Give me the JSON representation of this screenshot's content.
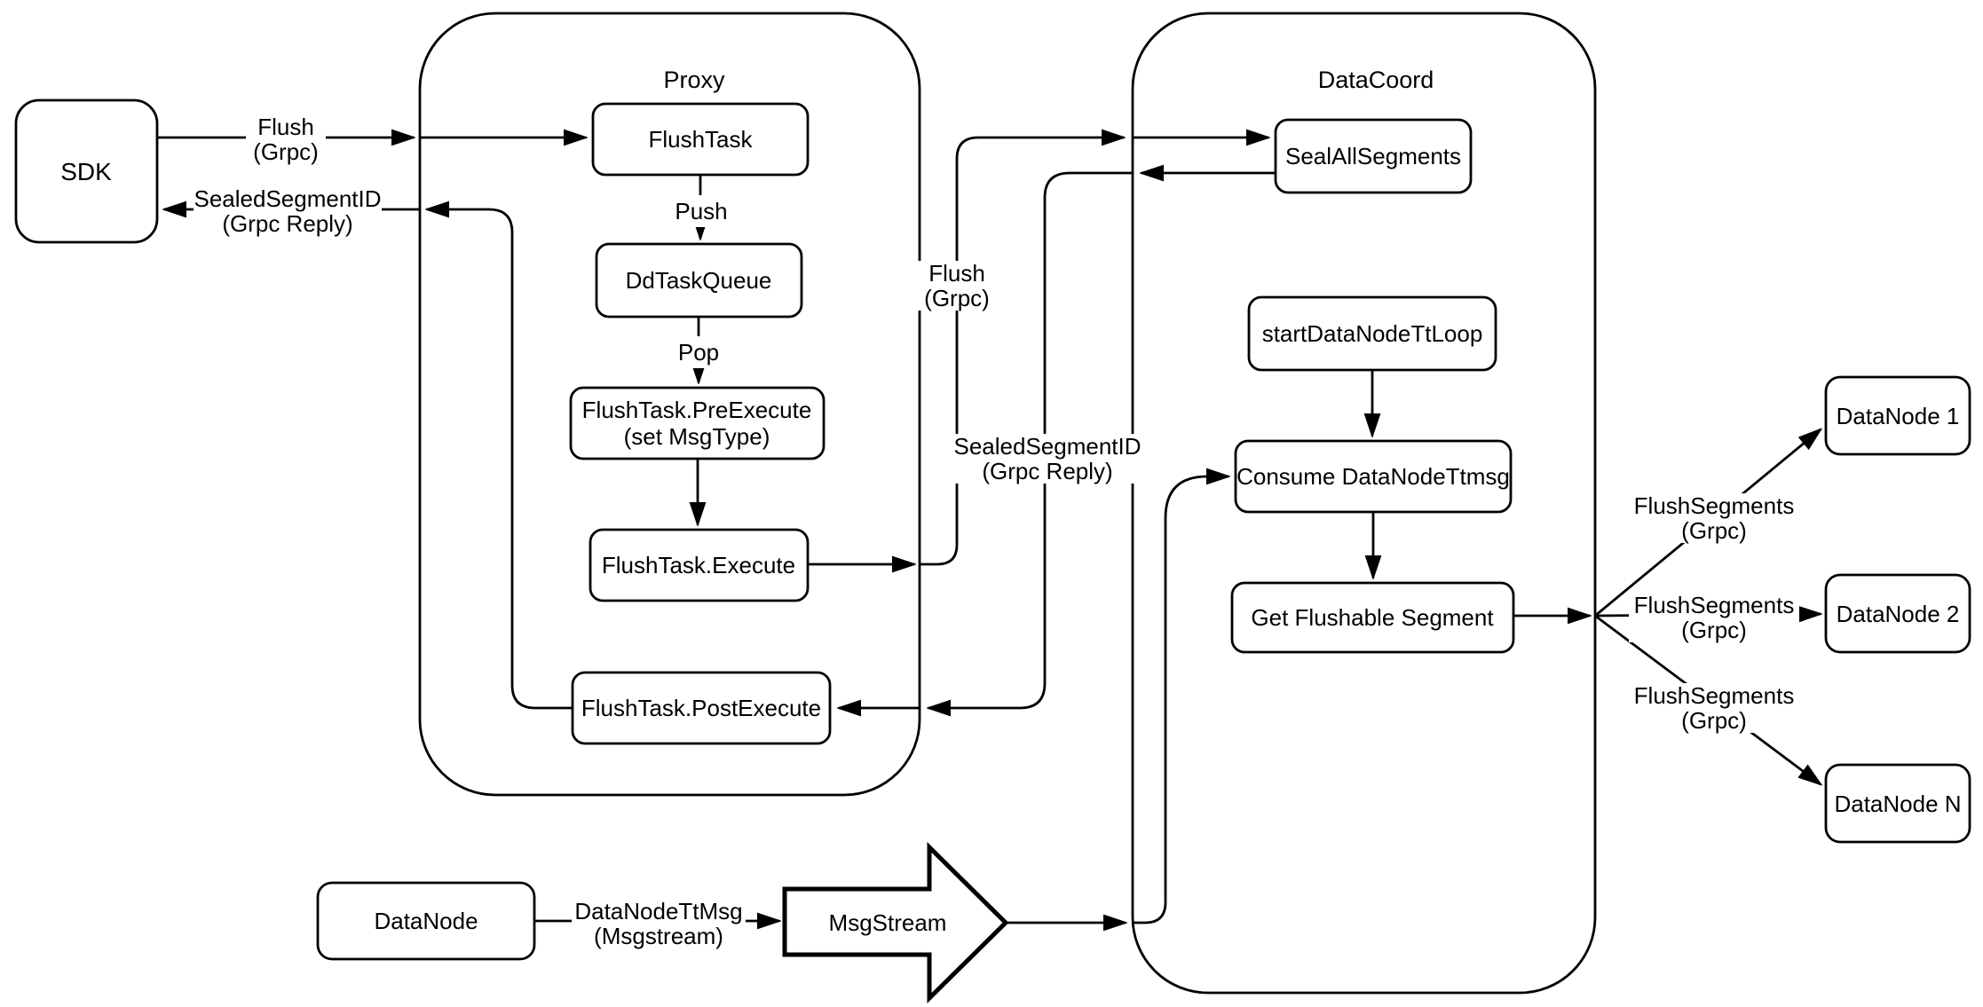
{
  "diagram": {
    "colors": {
      "stroke": "#000000",
      "background": "#ffffff"
    },
    "containers": {
      "proxy": {
        "label": "Proxy"
      },
      "datacoord": {
        "label": "DataCoord"
      }
    },
    "nodes": {
      "sdk": {
        "label": "SDK"
      },
      "flush_task": {
        "label": "FlushTask"
      },
      "dd_task_queue": {
        "label": "DdTaskQueue"
      },
      "pre_execute": {
        "line1": "FlushTask.PreExecute",
        "line2": "(set MsgType)"
      },
      "execute": {
        "label": "FlushTask.Execute"
      },
      "post_execute": {
        "label": "FlushTask.PostExecute"
      },
      "seal_all_segments": {
        "label": "SealAllSegments"
      },
      "start_datanode_tt_loop": {
        "label": "startDataNodeTtLoop"
      },
      "consume_datanode_ttmsg": {
        "label": "Consume DataNodeTtmsg"
      },
      "get_flushable_segment": {
        "label": "Get Flushable Segment"
      },
      "datanode_1": {
        "label": "DataNode 1"
      },
      "datanode_2": {
        "label": "DataNode 2"
      },
      "datanode_n": {
        "label": "DataNode N"
      },
      "datanode_bottom": {
        "label": "DataNode"
      },
      "msgstream": {
        "label": "MsgStream"
      }
    },
    "edge_labels": {
      "flush_sdk": {
        "line1": "Flush",
        "line2": "(Grpc)"
      },
      "sealed_sdk": {
        "line1": "SealedSegmentID",
        "line2": "(Grpc Reply)"
      },
      "push": {
        "label": "Push"
      },
      "pop": {
        "label": "Pop"
      },
      "flush_mid": {
        "line1": "Flush",
        "line2": "(Grpc)"
      },
      "sealed_mid": {
        "line1": "SealedSegmentID",
        "line2": "(Grpc Reply)"
      },
      "datanode_ttmsg": {
        "line1": "DataNodeTtMsg",
        "line2": "(Msgstream)"
      },
      "flushsegments_1": {
        "line1": "FlushSegments",
        "line2": "(Grpc)"
      },
      "flushsegments_2": {
        "line1": "FlushSegments",
        "line2": "(Grpc)"
      },
      "flushsegments_n": {
        "line1": "FlushSegments",
        "line2": "(Grpc)"
      }
    }
  }
}
